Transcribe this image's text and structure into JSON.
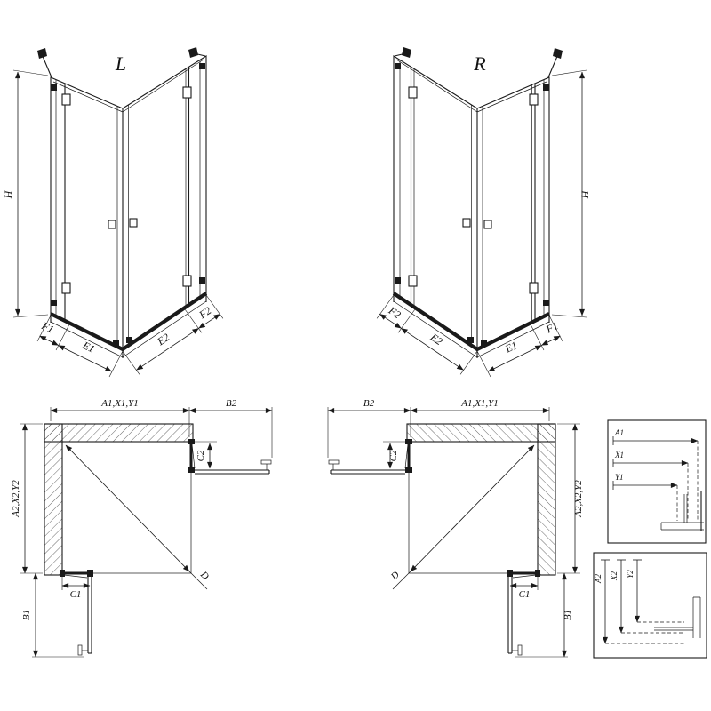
{
  "drawing": {
    "background_color": "#ffffff",
    "line_color": "#1a1a1a"
  },
  "iso_views": {
    "left": {
      "variant_label": "L",
      "height_dim": "H",
      "bottom_dims": [
        "F1",
        "E1",
        "E2",
        "F2"
      ]
    },
    "right": {
      "variant_label": "R",
      "height_dim": "H",
      "bottom_dims": [
        "F2",
        "E2",
        "E1",
        "F1"
      ]
    }
  },
  "plan_views": {
    "left": {
      "width_dim": "A1,X1,Y1",
      "door_width_dim": "B2",
      "door_offset_dim": "C2",
      "depth_dim": "A2,X2,Y2",
      "door_depth_dim": "B1",
      "fixed_offset_dim": "C1",
      "diagonal_dim": "D"
    },
    "right": {
      "width_dim": "A1,X1,Y1",
      "door_width_dim": "B2",
      "door_offset_dim": "C2",
      "depth_dim": "A2,X2,Y2",
      "door_depth_dim": "B1",
      "fixed_offset_dim": "C1",
      "diagonal_dim": "D"
    }
  },
  "detail_views": {
    "top": {
      "dims": [
        "A1",
        "X1",
        "Y1"
      ]
    },
    "bottom": {
      "dims": [
        "A2",
        "X2",
        "Y2"
      ]
    }
  }
}
